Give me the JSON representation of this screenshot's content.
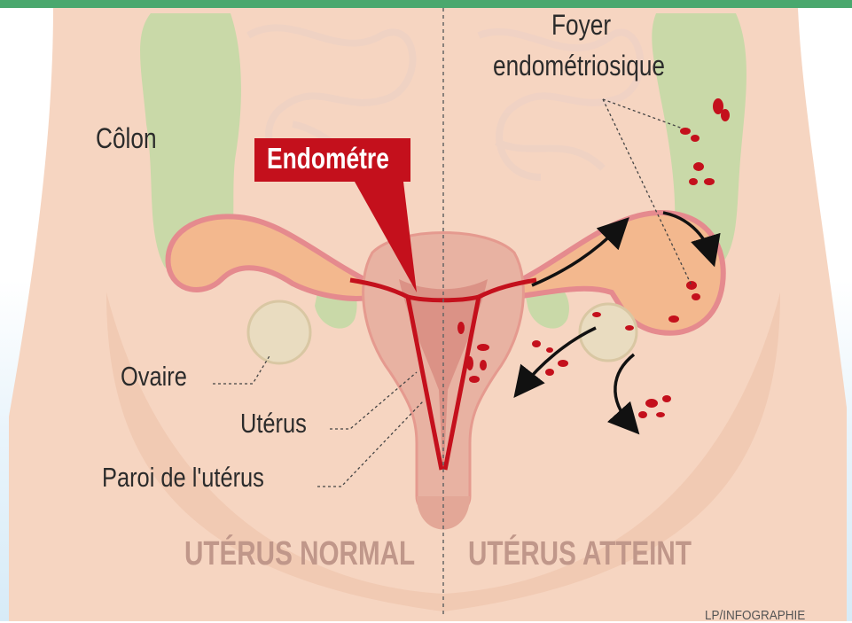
{
  "labels": {
    "colon": "Côlon",
    "endometre": "Endométre",
    "foyer_line1": "Foyer",
    "foyer_line2": "endométriosique",
    "ovaire": "Ovaire",
    "uterus": "Utérus",
    "paroi": "Paroi  de l'utérus",
    "normal": "UTÉRUS NORMAL",
    "atteint": "UTÉRUS ATTEINT",
    "credit": "LP/INFOGRAPHIE"
  },
  "colors": {
    "accent": "#c4101c",
    "skin": "#f8d9c6",
    "colon": "#c9d9a8",
    "ovary": "#e9dcc0",
    "uterus": "#e8b2a2",
    "lesion": "#c4101c",
    "top_bar": "#4aa86e",
    "caption": "#c0978a"
  }
}
